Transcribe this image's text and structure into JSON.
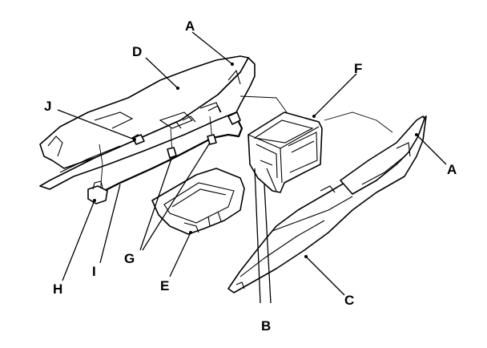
{
  "diagram": {
    "callouts": {
      "a_top": "A",
      "a_right": "A",
      "b": "B",
      "c": "C",
      "d": "D",
      "e": "E",
      "f": "F",
      "g": "G",
      "h": "H",
      "i": "I",
      "j": "J"
    }
  }
}
